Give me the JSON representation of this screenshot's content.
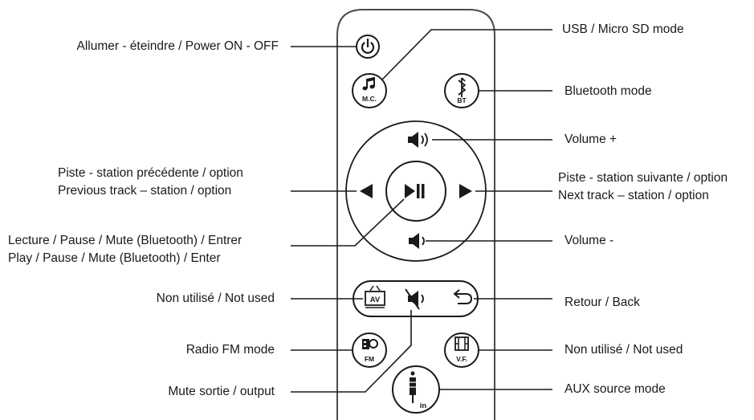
{
  "labels": {
    "power": "Allumer - éteindre / Power ON - OFF",
    "usb": "USB / Micro SD mode",
    "bluetooth": "Bluetooth mode",
    "volume_up": "Volume +",
    "prev_line1": "Piste - station précédente /  option",
    "prev_line2": "Previous track – station / option",
    "next_line1": "Piste - station suivante /  option",
    "next_line2": "Next track – station / option",
    "play_line1": "Lecture / Pause / Mute (Bluetooth) / Entrer",
    "play_line2": "Play / Pause / Mute (Bluetooth) / Enter",
    "volume_down": "Volume -",
    "av_unused": "Non utilisé / Not used",
    "back": "Retour / Back",
    "radio_fm": "Radio FM mode",
    "vf_unused": "Non utilisé / Not used",
    "mute_output": "Mute sortie / output",
    "aux": "AUX source mode"
  },
  "buttons": {
    "mc": "M.C.",
    "bt": "BT",
    "av": "AV",
    "fm": "FM",
    "vf": "V.F.",
    "in": "in"
  },
  "colors": {
    "line": "#1a1a1a",
    "remote_outline": "#4a4a4a"
  }
}
